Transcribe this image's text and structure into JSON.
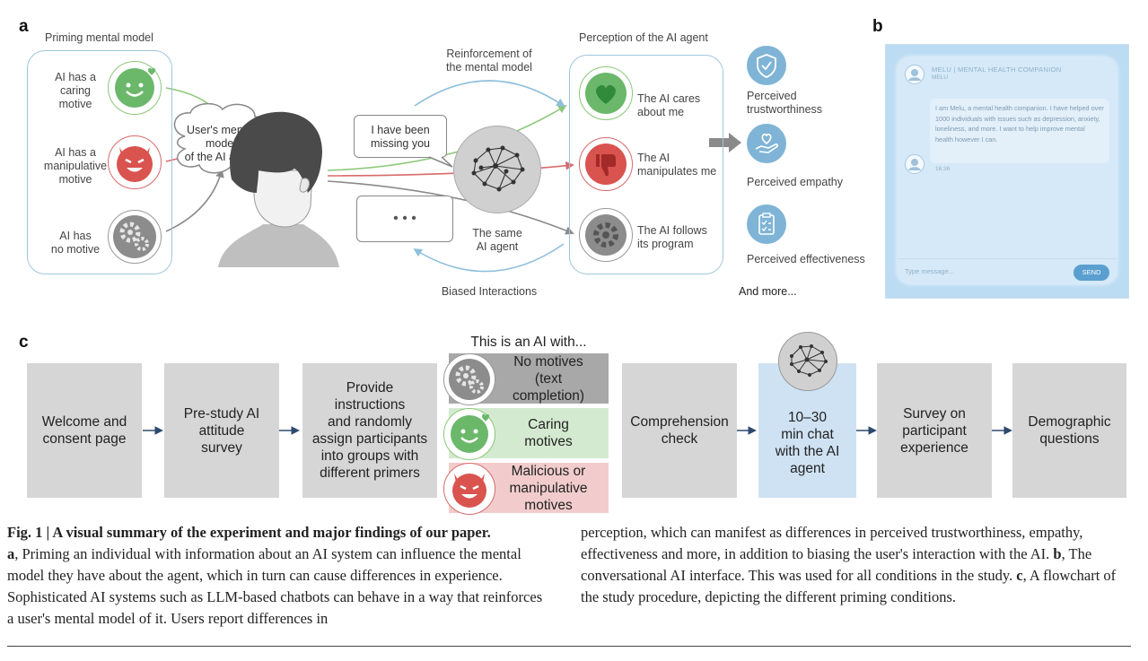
{
  "panel_labels": {
    "a": "a",
    "b": "b",
    "c": "c"
  },
  "panel_a": {
    "priming_title": "Priming mental model",
    "motives": [
      {
        "label": "AI has a\ncaring\nmotive",
        "icon": "smiley-heart-icon",
        "color": "#6bb86b"
      },
      {
        "label": "AI has a\nmanipulative\nmotive",
        "icon": "devil-icon",
        "color": "#d9534f"
      },
      {
        "label": "AI has\nno motive",
        "icon": "gears-icon",
        "color": "#888888"
      }
    ],
    "thought_bubble": "User's mental\nmodel\nof the AI agent",
    "speech_bubble": "I have been\nmissing you",
    "ellipsis_bubble": "• • •",
    "reinforcement": "Reinforcement of\nthe mental model",
    "same_agent": "The same\nAI agent",
    "biased_interactions": "Biased Interactions",
    "perception_title": "Perception of the AI agent",
    "perceptions": [
      {
        "label": "The AI cares\nabout me",
        "icon": "heart-icon",
        "color": "#6bb86b"
      },
      {
        "label": "The AI\nmanipulates me",
        "icon": "thumbs-down-icon",
        "color": "#d9534f"
      },
      {
        "label": "The AI follows\nits program",
        "icon": "gear-icon",
        "color": "#888888"
      }
    ],
    "outcomes": [
      {
        "label": "Perceived\ntrustworthiness",
        "icon": "shield-check-icon"
      },
      {
        "label": "Perceived empathy",
        "icon": "hand-heart-icon"
      },
      {
        "label": "Perceived effectiveness",
        "icon": "clipboard-check-icon"
      }
    ],
    "and_more": "And more..."
  },
  "panel_b": {
    "header_name": "MELU | MENTAL HEALTH COMPANION",
    "header_sub": "MELU",
    "message": "I am Melu, a mental health companion. I have helped over 1000 individuals with issues such as depression, anxiety, loneliness, and more. I want to help improve mental health however I can.",
    "timestamp": "16:36",
    "input_placeholder": "Type message...",
    "send_label": "SEND"
  },
  "panel_c": {
    "steps": [
      "Welcome and\nconsent page",
      "Pre-study AI\nattitude\nsurvey",
      "Provide\ninstructions\nand randomly\nassign participants\ninto groups with\ndifferent primers",
      "Comprehension\ncheck",
      "10–30\nmin chat\nwith the AI\nagent",
      "Survey on\nparticipant\nexperience",
      "Demographic\nquestions"
    ],
    "primer_title": "This is an AI with...",
    "primers": [
      {
        "label": "No motives\n(text\ncompletion)",
        "color": "#a8a8a8"
      },
      {
        "label": "Caring\nmotives",
        "color": "#d4ead0"
      },
      {
        "label": "Malicious or\nmanipulative\nmotives",
        "color": "#f2cccc"
      }
    ]
  },
  "caption": {
    "bold_title": "Fig. 1 | A visual summary of the experiment and major findings of our paper.",
    "left_text_a": "a",
    "left_body": ", Priming an individual with information about an AI system can influence the mental model they have about the agent, which in turn can cause differences in experience. Sophisticated AI systems such as LLM-based chatbots can behave in a way that reinforces a user's mental model of it. Users report differences in",
    "right_body_1": "perception, which can manifest as differences in perceived trustworthiness, empathy, effectiveness and more, in addition to biasing the user's interaction with the AI. ",
    "right_b": "b",
    "right_body_2": ", The conversational AI interface. This was used for all conditions in the study. ",
    "right_c": "c",
    "right_body_3": ", A flowchart of the study procedure, depicting the different priming conditions."
  }
}
